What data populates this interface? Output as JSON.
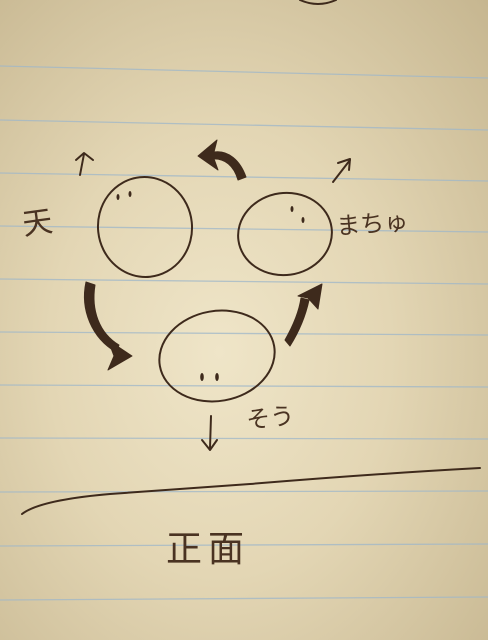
{
  "labels": {
    "left": "天",
    "right": "まちゅ",
    "bottom": "そう",
    "front": "正面"
  },
  "colors": {
    "ink": "#3e2a1c",
    "paper": "#efe5c8",
    "rule_line": "#9fb7c9"
  }
}
